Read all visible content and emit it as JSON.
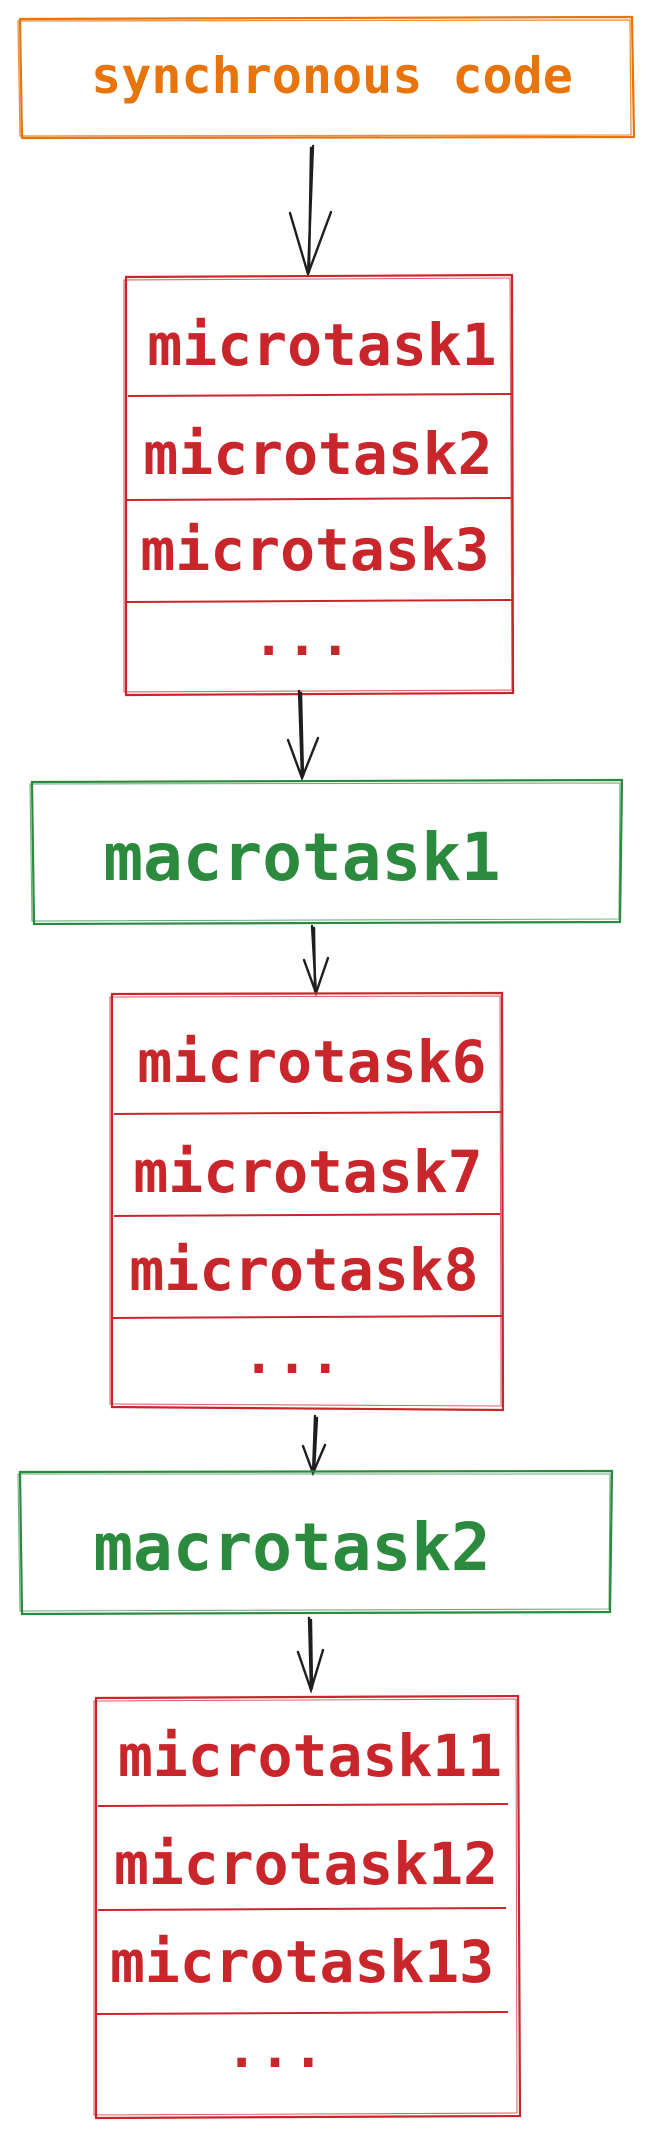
{
  "colors": {
    "sync": "#e8740c",
    "micro": "#c9262c",
    "macro": "#2b8a3e",
    "arrow": "#1e1e1e"
  },
  "sync": {
    "label": "synchronous code"
  },
  "micro_group_1": {
    "items": [
      "microtask1",
      "microtask2",
      "microtask3",
      "..."
    ]
  },
  "macro_1": {
    "label": "macrotask1"
  },
  "micro_group_2": {
    "items": [
      "microtask6",
      "microtask7",
      "microtask8",
      "..."
    ]
  },
  "macro_2": {
    "label": "macrotask2"
  },
  "micro_group_3": {
    "items": [
      "microtask11",
      "microtask12",
      "microtask13",
      "..."
    ]
  }
}
